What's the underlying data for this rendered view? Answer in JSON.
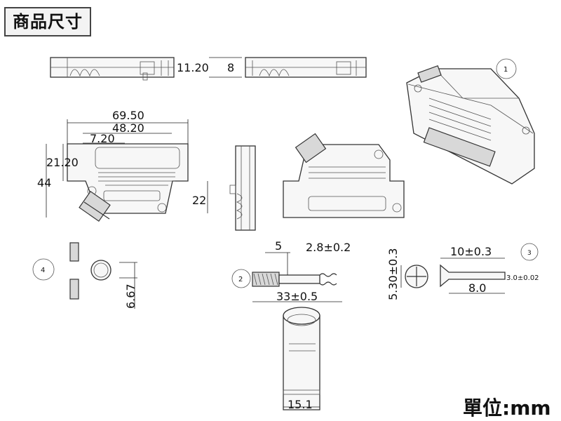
{
  "header": {
    "title": "商品尺寸"
  },
  "footer": {
    "unit": "單位:mm"
  },
  "dimensions": {
    "top_height": "11.20",
    "top_width": "8",
    "overall_width": "69.50",
    "inner_width": "48.20",
    "offset": "7.20",
    "inner_height": "21.20",
    "overall_height": "44",
    "lower_height": "22",
    "screw_head": "5",
    "screw_diameter": "2.8±0.2",
    "screw_length": "33±0.5",
    "clamp_height": "6.67",
    "pan_head_diameter": "5.30±0.3",
    "flat_head_length": "10±0.3",
    "flat_screw_shank": "8.0",
    "flat_screw_diameter": "3.0±0.02",
    "cable_opening": "15.1"
  },
  "callouts": {
    "part_1": "1",
    "part_2": "2",
    "part_3": "3",
    "part_4": "4"
  }
}
